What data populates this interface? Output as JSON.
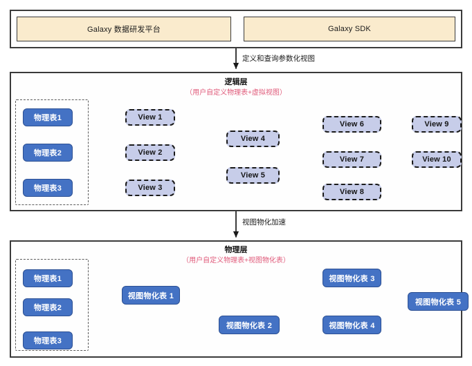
{
  "diagram": {
    "title_semantics": "galaxy-view-materialization-architecture",
    "colors": {
      "app_box_fill": "#faebcd",
      "table_node_fill": "#4472c4",
      "view_node_fill": "#c7cde9",
      "subtitle_red": "#e05a7a",
      "border_dark": "#3a3a3a"
    }
  },
  "apps_section": {
    "boxes": [
      {
        "label": "Galaxy 数据研发平台"
      },
      {
        "label": "Galaxy SDK"
      }
    ]
  },
  "flow_labels": {
    "apps_to_logic": "定义和查询参数化视图",
    "logic_to_phys": "视图物化加速"
  },
  "logic_section": {
    "title": "逻辑层",
    "subtitle": "（用户自定义物理表+虚拟视图）",
    "tables": [
      {
        "label": "物理表1"
      },
      {
        "label": "物理表2"
      },
      {
        "label": "物理表3"
      }
    ],
    "views": [
      {
        "label": "View 1"
      },
      {
        "label": "View 2"
      },
      {
        "label": "View 3"
      },
      {
        "label": "View 4"
      },
      {
        "label": "View 5"
      },
      {
        "label": "View 6"
      },
      {
        "label": "View 7"
      },
      {
        "label": "View 8"
      },
      {
        "label": "View 9"
      },
      {
        "label": "View 10"
      }
    ]
  },
  "phys_section": {
    "title": "物理层",
    "subtitle": "（用户自定义物理表+视图物化表）",
    "tables": [
      {
        "label": "物理表1"
      },
      {
        "label": "物理表2"
      },
      {
        "label": "物理表3"
      }
    ],
    "mviews": [
      {
        "label": "视图物化表 1"
      },
      {
        "label": "视图物化表 2"
      },
      {
        "label": "视图物化表 3"
      },
      {
        "label": "视图物化表 4"
      },
      {
        "label": "视图物化表 5"
      }
    ]
  }
}
